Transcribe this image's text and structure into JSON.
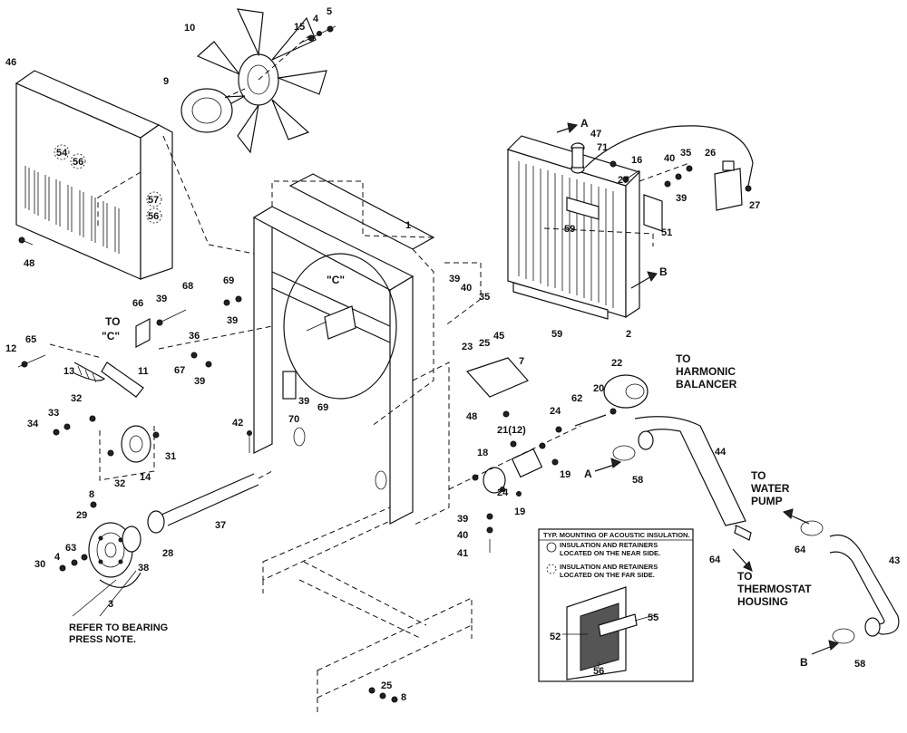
{
  "callouts": {
    "c1": "1",
    "c2": "2",
    "c3": "3",
    "c4a": "4",
    "c4b": "4",
    "c5": "5",
    "c7": "7",
    "c8a": "8",
    "c8b": "8",
    "c9": "9",
    "c10": "10",
    "c11": "11",
    "c12": "12",
    "c13": "13",
    "c14": "14",
    "c15": "15",
    "c16": "16",
    "c18": "18",
    "c19a": "19",
    "c19b": "19",
    "c20": "20",
    "c21": "21(12)",
    "c22": "22",
    "c23": "23",
    "c24a": "24",
    "c24b": "24",
    "c25a": "25",
    "c25b": "25",
    "c26": "26",
    "c27a": "27",
    "c27b": "27",
    "c28": "28",
    "c29": "29",
    "c30": "30",
    "c31": "31",
    "c32a": "32",
    "c32b": "32",
    "c33": "33",
    "c34": "34",
    "c35a": "35",
    "c35b": "35",
    "c36": "36",
    "c37": "37",
    "c38": "38",
    "c39a": "39",
    "c39b": "39",
    "c39c": "39",
    "c39d": "39",
    "c39e": "39",
    "c39f": "39",
    "c39g": "39",
    "c40a": "40",
    "c40b": "40",
    "c40c": "40",
    "c41": "41",
    "c42": "42",
    "c43": "43",
    "c44": "44",
    "c45": "45",
    "c46": "46",
    "c47": "47",
    "c48a": "48",
    "c48b": "48",
    "c51": "51",
    "c52": "52",
    "c54": "54",
    "c55": "55",
    "c56a": "56",
    "c56b": "56",
    "c56c": "56",
    "c57": "57",
    "c58a": "58",
    "c58b": "58",
    "c59a": "59",
    "c59b": "59",
    "c62": "62",
    "c63": "63",
    "c64a": "64",
    "c64b": "64",
    "c65": "65",
    "c66": "66",
    "c67": "67",
    "c68": "68",
    "c69a": "69",
    "c69b": "69",
    "c70": "70",
    "c71": "71"
  },
  "labels": {
    "arrow_a1": "A",
    "arrow_a2": "A",
    "arrow_b1": "B",
    "arrow_b2": "B",
    "c_view": "\"C\"",
    "to_c_1": "TO",
    "to_c_2": "\"C\"",
    "harmonic_1": "TO",
    "harmonic_2": "HARMONIC",
    "harmonic_3": "BALANCER",
    "water_1": "TO",
    "water_2": "WATER",
    "water_3": "PUMP",
    "thermo_1": "TO",
    "thermo_2": "THERMOSTAT",
    "thermo_3": "HOUSING",
    "bearing_1": "REFER TO BEARING",
    "bearing_2": "PRESS NOTE."
  },
  "inset": {
    "title": "TYP. MOUNTING OF ACOUSTIC INSULATION.",
    "near_1": "INSULATION AND RETAINERS",
    "near_2": "LOCATED ON THE NEAR SIDE.",
    "far_1": "INSULATION AND RETAINERS",
    "far_2": "LOCATED ON THE FAR SIDE."
  }
}
